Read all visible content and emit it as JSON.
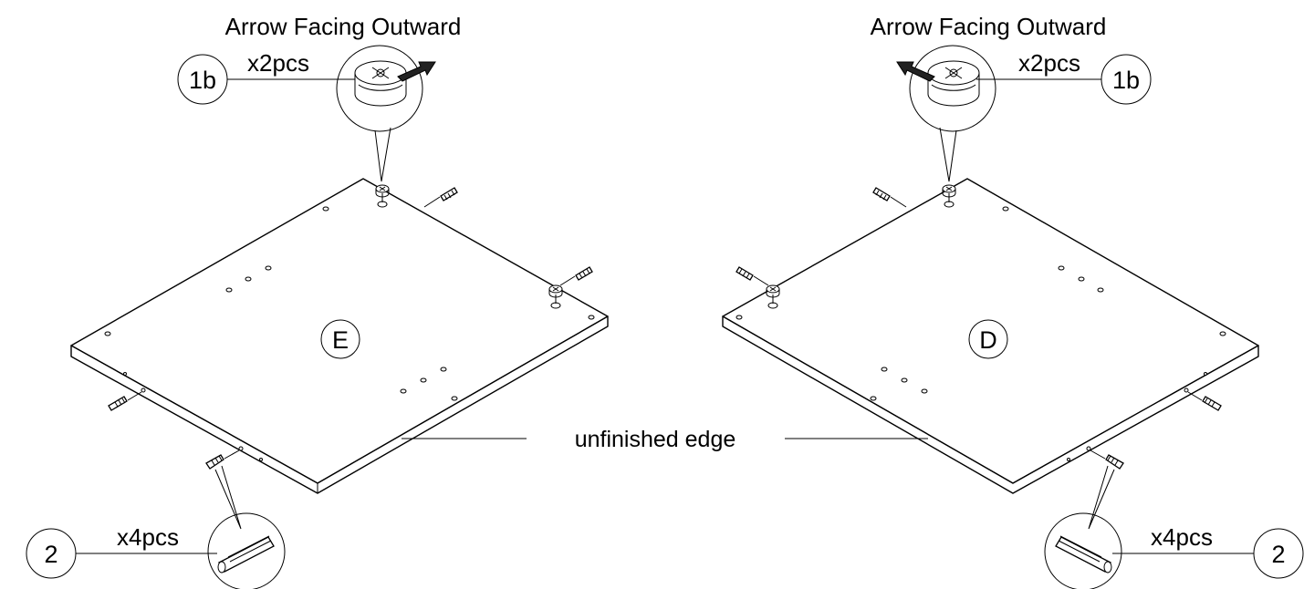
{
  "left_panel": {
    "label": "E",
    "cam_note": "Arrow Facing Outward",
    "cam_qty": "x2pcs",
    "cam_part": "1b",
    "dowel_qty": "x4pcs",
    "dowel_part": "2"
  },
  "right_panel": {
    "label": "D",
    "cam_note": "Arrow Facing Outward",
    "cam_qty": "x2pcs",
    "cam_part": "1b",
    "dowel_qty": "x4pcs",
    "dowel_part": "2"
  },
  "edge_note": "unfinished edge",
  "icons": {
    "cam_lock": "cam-lock-icon",
    "dowel": "wooden-dowel-icon",
    "arrow": "outward-arrow-icon"
  }
}
